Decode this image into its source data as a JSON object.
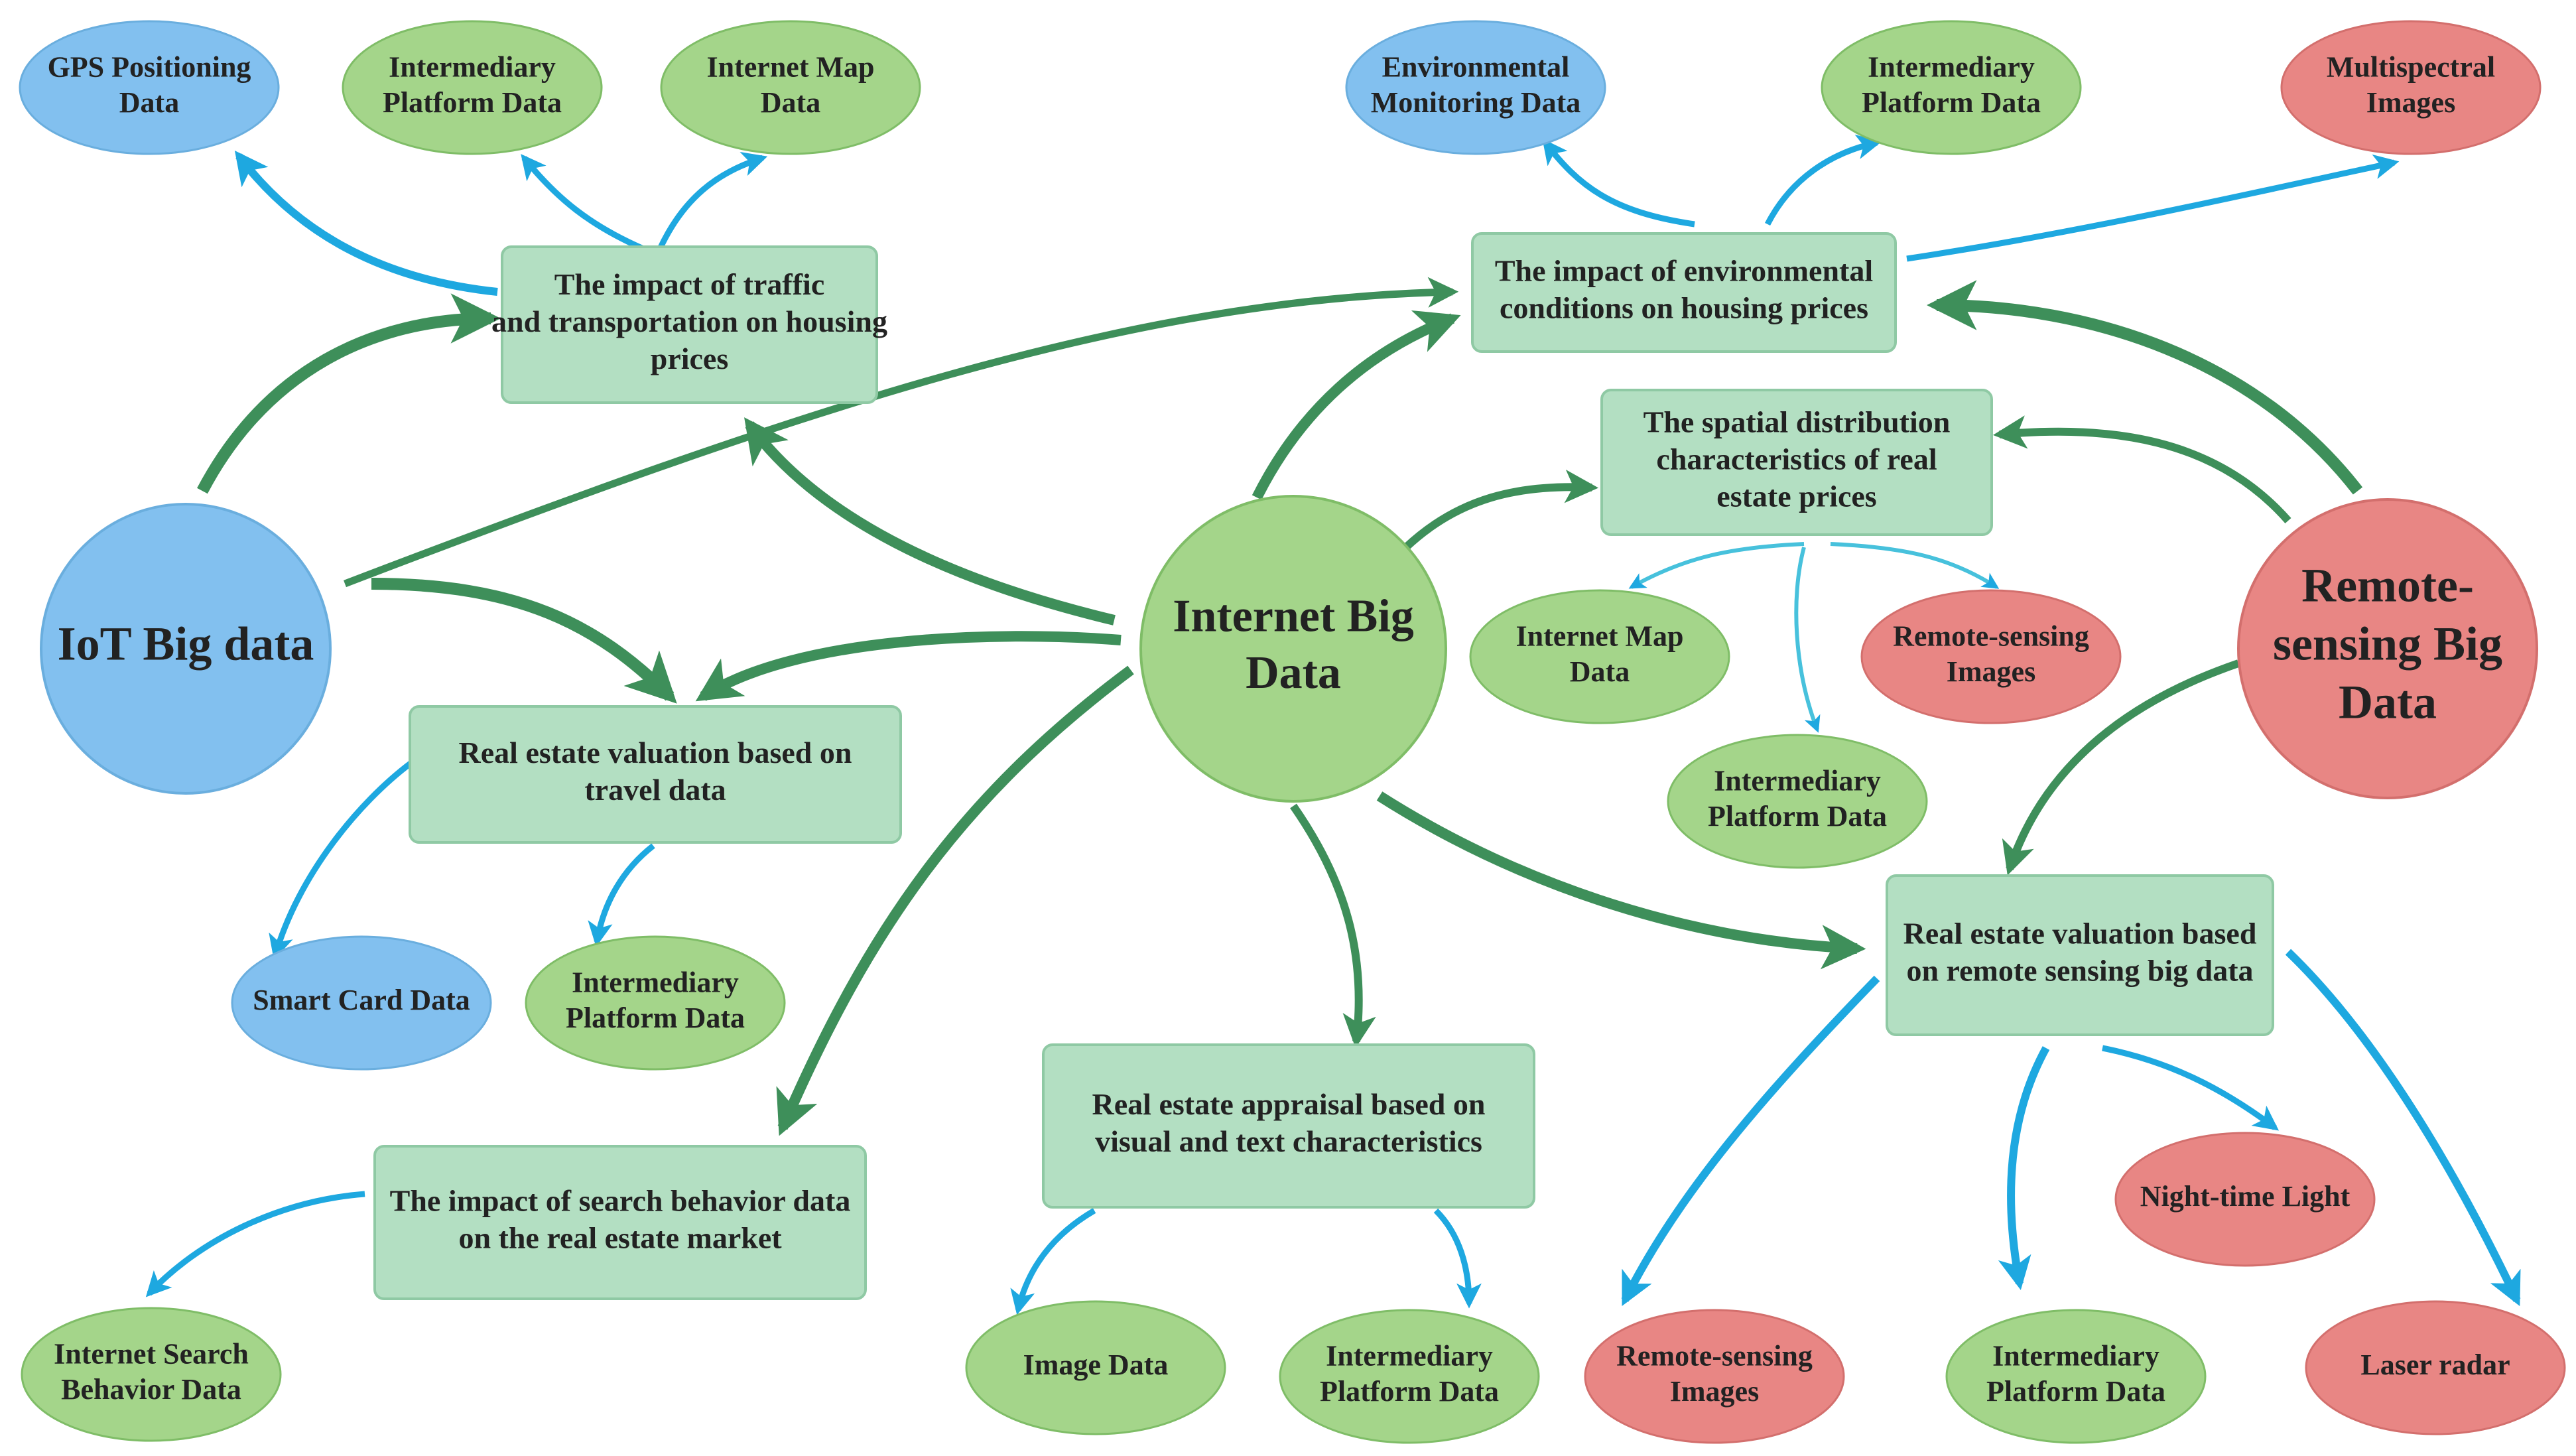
{
  "colors": {
    "iot": "#82c0ef",
    "internet": "#a4d58a",
    "remote": "#e88684",
    "box": "#b3dfc2",
    "box_stroke": "#8fc9a4",
    "arrow_green": "#3e8f5a",
    "arrow_blue": "#1ea8e0"
  },
  "hubs": {
    "iot": "IoT Big data",
    "internet": "Internet Big Data",
    "remote": "Remote-sensing Big Data"
  },
  "topics": {
    "traffic": "The impact of traffic and transportation on housing prices",
    "environment": "The impact of environmental conditions on housing prices",
    "spatial": "The spatial distribution characteristics of real estate prices",
    "travel": "Real estate valuation based on travel data",
    "remote_valuation": "Real estate valuation based on remote sensing big data",
    "visual_text": "Real estate appraisal based on visual and text characteristics",
    "search": "The impact of search behavior data on the real estate market"
  },
  "sources": {
    "gps": "GPS Positioning Data",
    "intermediary_1": "Intermediary Platform Data",
    "internet_map_1": "Internet Map Data",
    "env_monitoring": "Environmental Monitoring Data",
    "intermediary_2": "Intermediary Platform Data",
    "multispectral": "Multispectral Images",
    "internet_map_2": "Internet Map Data",
    "rs_images_1": "Remote-sensing Images",
    "intermediary_3": "Intermediary Platform Data",
    "smart_card": "Smart Card Data",
    "intermediary_4": "Intermediary Platform Data",
    "night_light": "Night-time Light",
    "search_behavior": "Internet Search Behavior Data",
    "image_data": "Image Data",
    "intermediary_5": "Intermediary Platform Data",
    "rs_images_2": "Remote-sensing Images",
    "intermediary_6": "Intermediary Platform Data",
    "laser_radar": "Laser radar"
  }
}
